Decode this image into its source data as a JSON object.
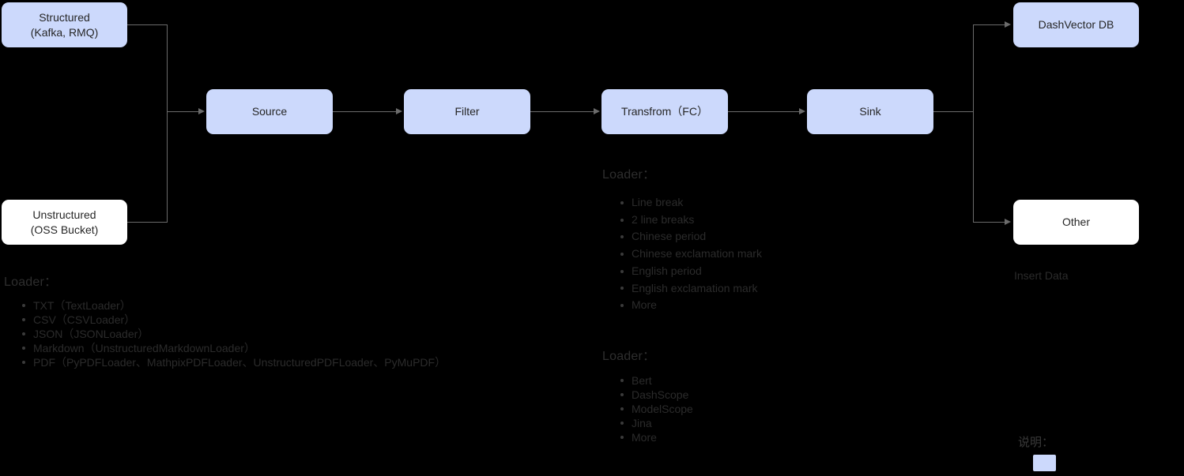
{
  "diagram": {
    "nodes": {
      "structured": "Structured\n(Kafka, RMQ)",
      "unstructured": "Unstructured\n(OSS Bucket)",
      "source": "Source",
      "filter": "Filter",
      "transform": "Transfrom（FC）",
      "sink": "Sink",
      "dashvector": "DashVector DB",
      "other": "Other"
    },
    "edge_labels": {
      "insert_data": "Insert Data"
    },
    "colors": {
      "node_blue": "#ccd9fc",
      "node_white": "#ffffff",
      "wire": "#6b6b6b",
      "background": "#000000",
      "text_dark": "#262626",
      "text_gray": "#2b2b2b"
    }
  },
  "loader_left": {
    "heading": "Loader：",
    "items": [
      "TXT（TextLoader）",
      "CSV（CSVLoader）",
      "JSON（JSONLoader）",
      "Markdown（UnstructuredMarkdownLoader）",
      "PDF（PyPDFLoader、MathpixPDFLoader、UnstructuredPDFLoader、PyMuPDF）"
    ]
  },
  "loader_middle_top": {
    "heading": "Loader：",
    "items": [
      "Line break",
      "2 line breaks",
      "Chinese period",
      "Chinese exclamation mark",
      "English period",
      "English exclamation mark",
      "More"
    ]
  },
  "loader_middle_bottom": {
    "heading": "Loader：",
    "items": [
      "Bert",
      "DashScope",
      "ModelScope",
      "Jina",
      "More"
    ]
  },
  "legend": {
    "title": "说明：",
    "swatch_color": "#ccd9fc"
  }
}
